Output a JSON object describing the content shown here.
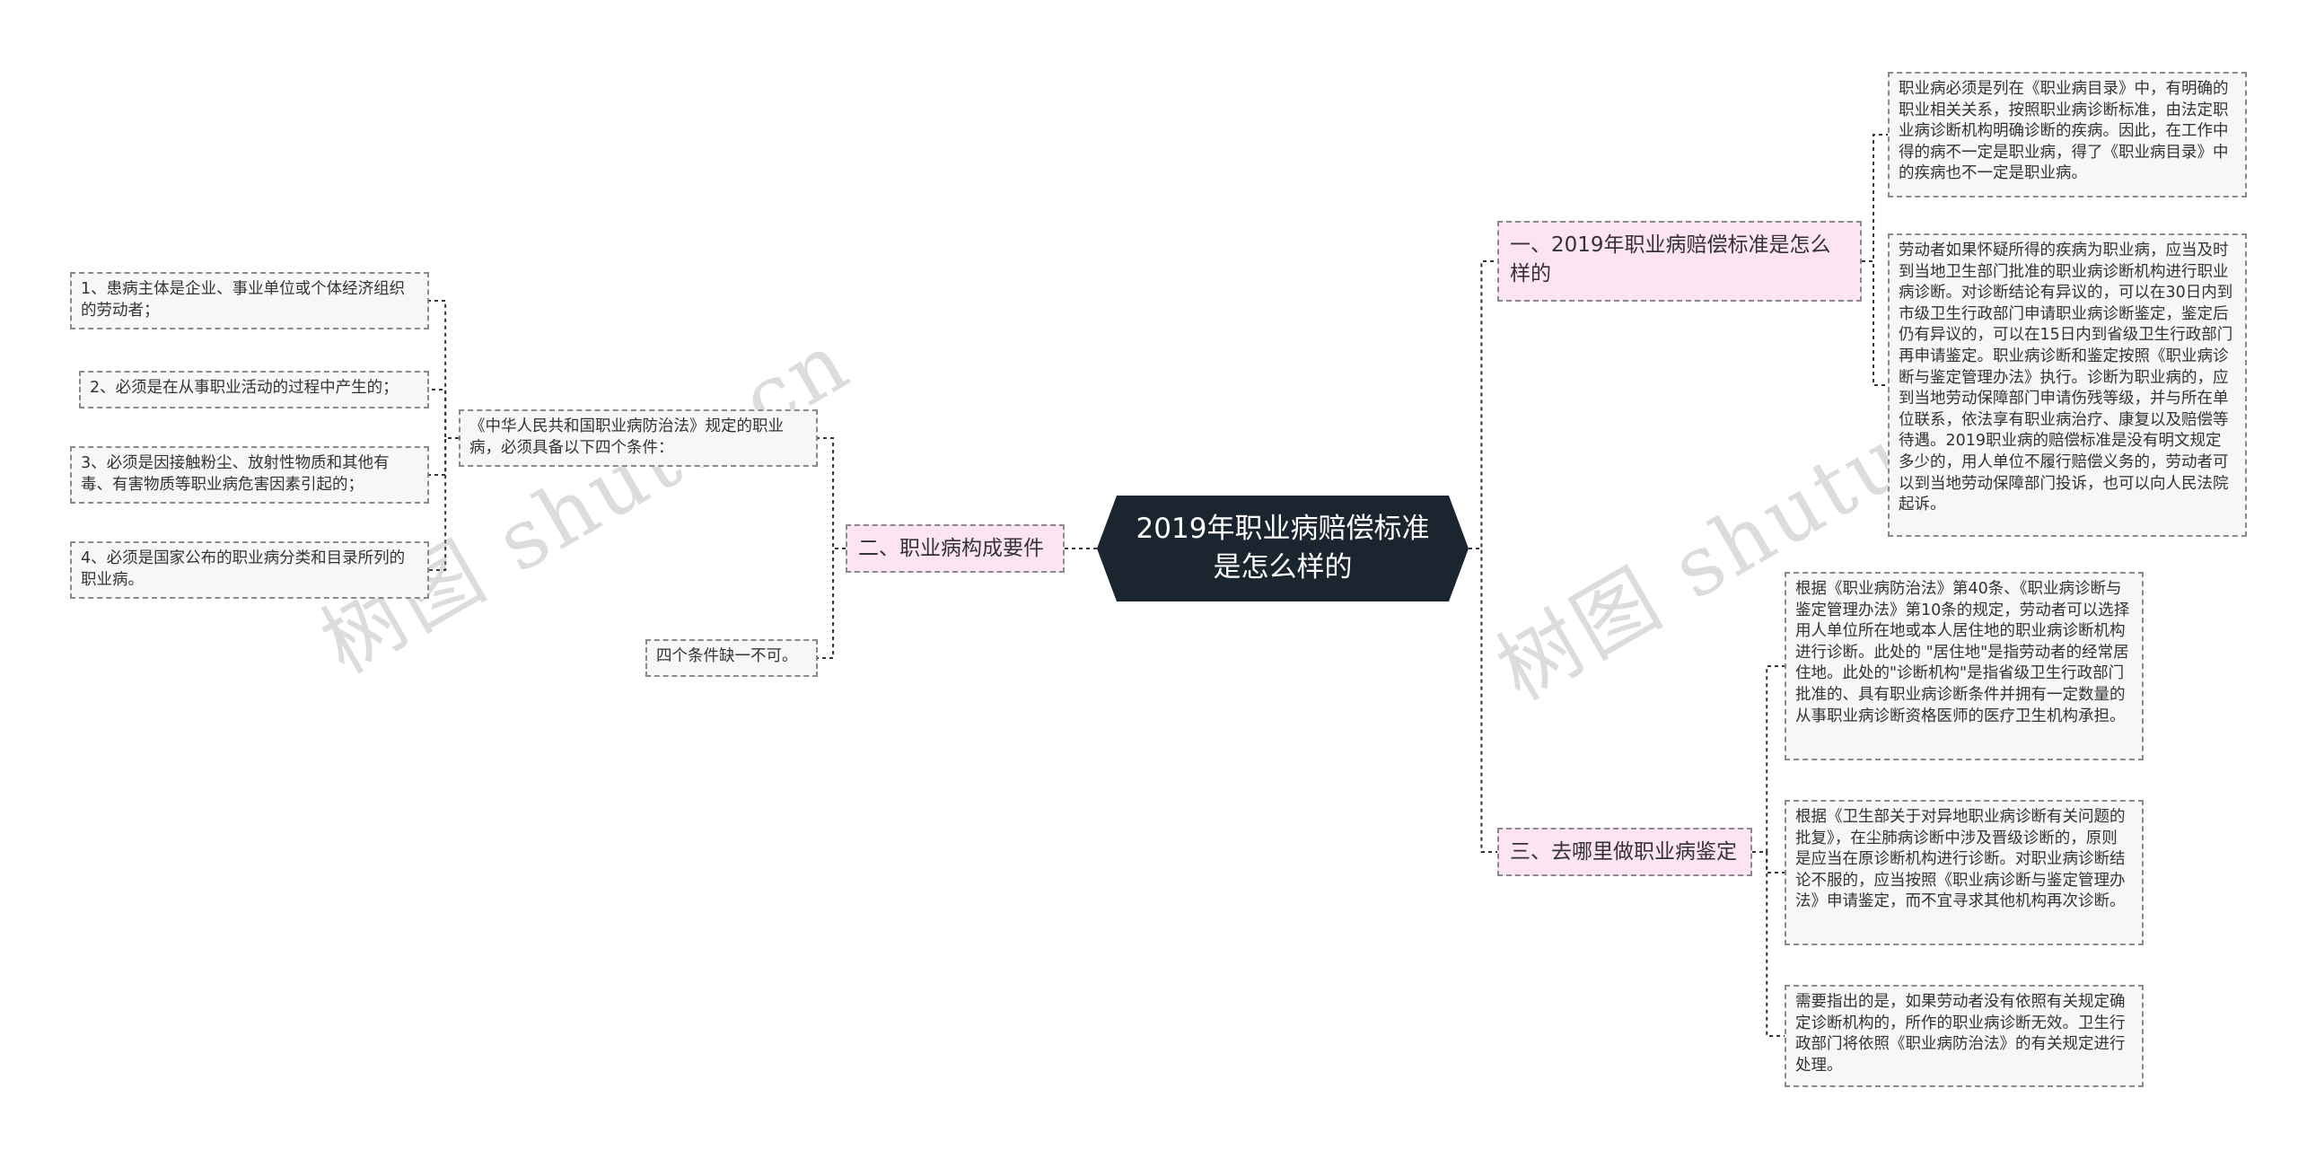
{
  "watermarks": [
    "树图 shutu.cn",
    "树图 shutu"
  ],
  "root": {
    "title": "2019年职业病赔偿标准是怎么样的"
  },
  "branches": [
    {
      "label": "一、2019年职业病赔偿标准是怎么样的",
      "children": [
        "职业病必须是列在《职业病目录》中，有明确的职业相关关系，按照职业病诊断标准，由法定职业病诊断机构明确诊断的疾病。因此，在工作中得的病不一定是职业病，得了《职业病目录》中的疾病也不一定是职业病。",
        "劳动者如果怀疑所得的疾病为职业病，应当及时到当地卫生部门批准的职业病诊断机构进行职业病诊断。对诊断结论有异议的，可以在30日内到市级卫生行政部门申请职业病诊断鉴定，鉴定后仍有异议的，可以在15日内到省级卫生行政部门再申请鉴定。职业病诊断和鉴定按照《职业病诊断与鉴定管理办法》执行。诊断为职业病的，应到当地劳动保障部门申请伤残等级，并与所在单位联系，依法享有职业病治疗、康复以及赔偿等待遇。2019职业病的赔偿标准是没有明文规定多少的，用人单位不履行赔偿义务的，劳动者可以到当地劳动保障部门投诉，也可以向人民法院起诉。"
      ]
    },
    {
      "label": "二、职业病构成要件",
      "children": [
        "《中华人民共和国职业病防治法》规定的职业病，必须具备以下四个条件：",
        "四个条件缺一不可。"
      ],
      "conditions": [
        "1、患病主体是企业、事业单位或个体经济组织的劳动者；",
        "2、必须是在从事职业活动的过程中产生的；",
        "3、必须是因接触粉尘、放射性物质和其他有毒、有害物质等职业病危害因素引起的；",
        "4、必须是国家公布的职业病分类和目录所列的职业病。"
      ]
    },
    {
      "label": "三、去哪里做职业病鉴定",
      "children": [
        "根据《职业病防治法》第40条、《职业病诊断与鉴定管理办法》第10条的规定，劳动者可以选择用人单位所在地或本人居住地的职业病诊断机构进行诊断。此处的 \"居住地\"是指劳动者的经常居住地。此处的\"诊断机构\"是指省级卫生行政部门批准的、具有职业病诊断条件并拥有一定数量的从事职业病诊断资格医师的医疗卫生机构承担。",
        "根据《卫生部关于对异地职业病诊断有关问题的批复》，在尘肺病诊断中涉及晋级诊断的，原则是应当在原诊断机构进行诊断。对职业病诊断结论不服的，应当按照《职业病诊断与鉴定管理办法》申请鉴定，而不宜寻求其他机构再次诊断。",
        "需要指出的是，如果劳动者没有依照有关规定确定诊断机构的，所作的职业病诊断无效。卫生行政部门将依照《职业病防治法》的有关规定进行处理。"
      ]
    }
  ]
}
